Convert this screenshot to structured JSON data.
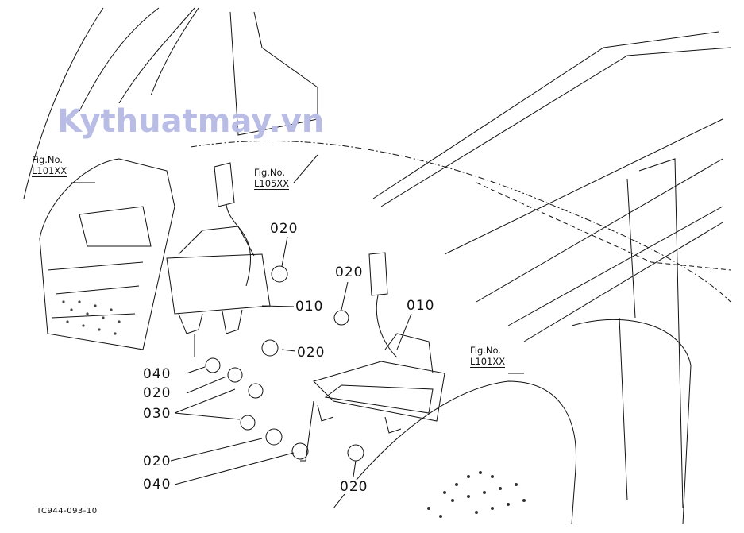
{
  "watermark": "Kythuatmay.vn",
  "figure_refs": [
    {
      "prefix": "Fig.No.",
      "code": "L101XX"
    },
    {
      "prefix": "Fig.No.",
      "code": "L105XX"
    },
    {
      "prefix": "Fig.No.",
      "code": "L101XX"
    }
  ],
  "part_labels": [
    "020",
    "010",
    "020",
    "040",
    "020",
    "030",
    "020",
    "040",
    "020",
    "010",
    "020"
  ],
  "drawing_id": "TC944-093-10"
}
